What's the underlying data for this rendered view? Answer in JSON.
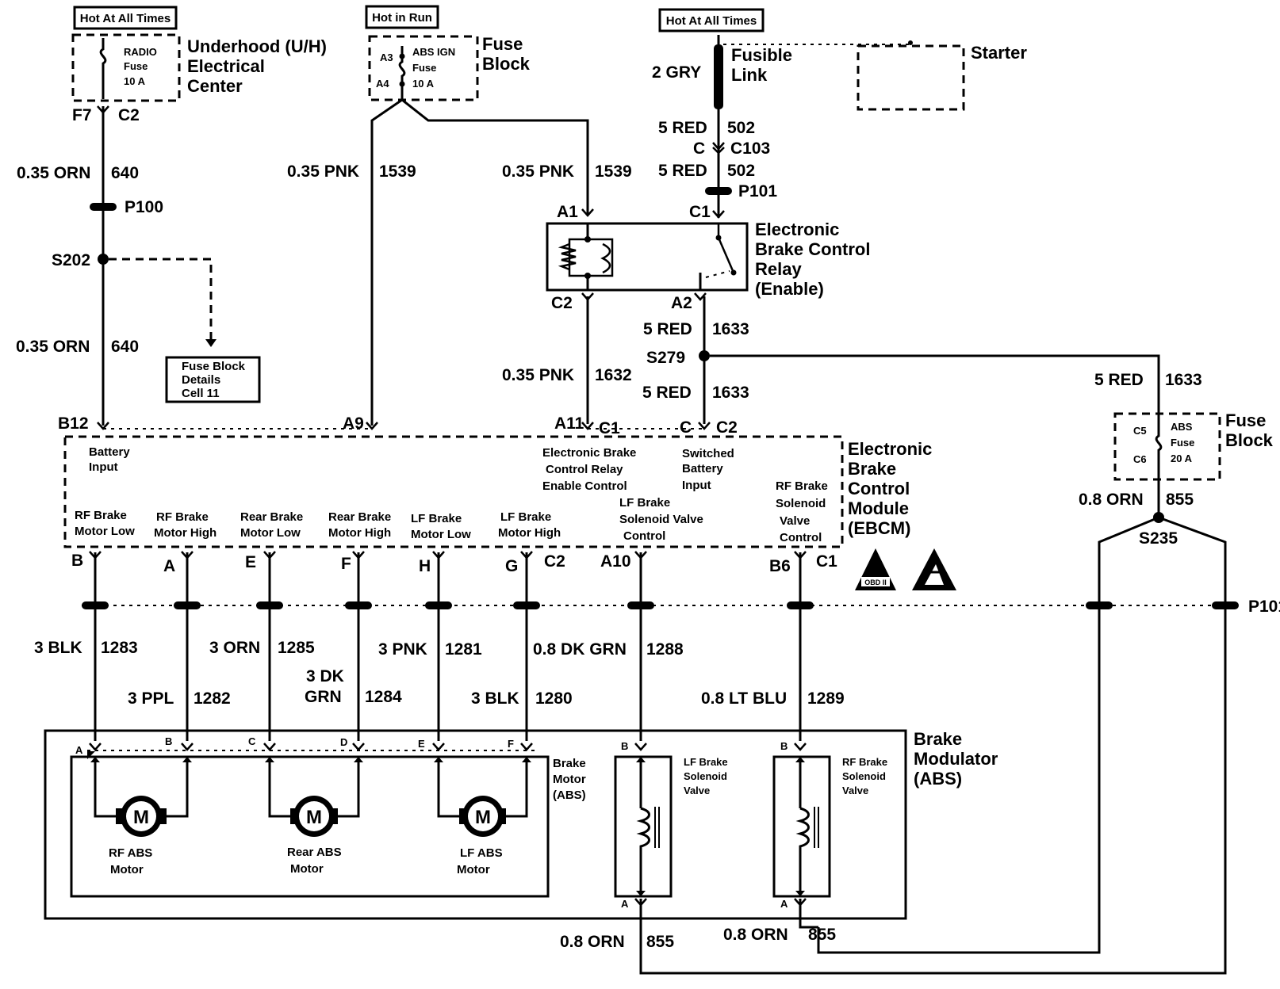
{
  "headers": {
    "hot_all_1": "Hot At All Times",
    "hot_run": "Hot in Run",
    "hot_all_2": "Hot At All Times"
  },
  "uh_center": {
    "fuse_name": "RADIO",
    "fuse_word": "Fuse",
    "fuse_amp": "10 A",
    "title1": "Underhood (U/H)",
    "title2": "Electrical",
    "title3": "Center",
    "pin_left": "F7",
    "pin_right": "C2"
  },
  "fuse_block_top": {
    "pin_a3": "A3",
    "pin_a4": "A4",
    "fuse_name": "ABS IGN",
    "fuse_word": "Fuse",
    "fuse_amp": "10 A",
    "title1": "Fuse",
    "title2": "Block"
  },
  "fusible": {
    "wire": "2 GRY",
    "title1": "Fusible",
    "title2": "Link"
  },
  "starter": {
    "title": "Starter"
  },
  "wires": {
    "w640_color": "0.35 ORN",
    "w640_num": "640",
    "w1539_color": "0.35 PNK",
    "w1539_num": "1539",
    "w502_color": "5 RED",
    "w502_num": "502",
    "w1632_color": "0.35 PNK",
    "w1632_num": "1632",
    "w1633_color": "5 RED",
    "w1633_num": "1633",
    "w855_color": "0.8 ORN",
    "w855_num": "855",
    "w1283_color": "3 BLK",
    "w1283_num": "1283",
    "w1282_color": "3 PPL",
    "w1282_num": "1282",
    "w1285_color": "3 ORN",
    "w1285_num": "1285",
    "w1284_color1": "3 DK",
    "w1284_color2": "GRN",
    "w1284_num": "1284",
    "w1281_color": "3 PNK",
    "w1281_num": "1281",
    "w1280_color": "3 BLK",
    "w1280_num": "1280",
    "w1288_color": "0.8 DK GRN",
    "w1288_num": "1288",
    "w1289_color": "0.8 LT BLU",
    "w1289_num": "1289"
  },
  "connectors": {
    "c103_pin": "C",
    "c103": "C103",
    "p100": "P100",
    "p101": "P101",
    "s202": "S202",
    "s279": "S279",
    "s235": "S235"
  },
  "fuse_block_ref": {
    "line1": "Fuse Block",
    "line2": "Details",
    "line3": "Cell 11"
  },
  "relay": {
    "pin_a1": "A1",
    "pin_c1": "C1",
    "pin_c2": "C2",
    "pin_a2": "A2",
    "title1": "Electronic",
    "title2": "Brake Control",
    "title3": "Relay",
    "title4": "(Enable)"
  },
  "fuse_abs": {
    "pin_c5": "C5",
    "pin_c6": "C6",
    "fuse_name": "ABS",
    "fuse_word": "Fuse",
    "fuse_amp": "20 A",
    "title1": "Fuse",
    "title2": "Block"
  },
  "ebcm": {
    "pin_b12": "B12",
    "pin_a9": "A9",
    "pin_a11": "A11",
    "conn_c1": "C1",
    "pin_c": "C",
    "conn_c2": "C2",
    "battery_input1": "Battery",
    "battery_input2": "Input",
    "relay_enable1": "Electronic Brake",
    "relay_enable2": "Control Relay",
    "relay_enable3": "Enable Control",
    "switched1": "Switched",
    "switched2": "Battery",
    "switched3": "Input",
    "rf_sol1": "RF Brake",
    "rf_sol2": "Solenoid",
    "rf_sol3": "Valve",
    "rf_sol4": "Control",
    "lf_sol1": "LF Brake",
    "lf_sol2": "Solenoid Valve",
    "lf_sol3": "Control",
    "rf_low1": "RF Brake",
    "rf_low2": "Motor Low",
    "rf_high1": "RF Brake",
    "rf_high2": "Motor High",
    "rear_low1": "Rear Brake",
    "rear_low2": "Motor Low",
    "rear_high1": "Rear Brake",
    "rear_high2": "Motor High",
    "lf_low1": "LF Brake",
    "lf_low2": "Motor Low",
    "lf_high1": "LF Brake",
    "lf_high2": "Motor High",
    "title1": "Electronic",
    "title2": "Brake",
    "title3": "Control",
    "title4": "Module",
    "title5": "(EBCM)",
    "pins": {
      "b": "B",
      "a": "A",
      "e": "E",
      "f": "F",
      "h": "H",
      "g": "G",
      "c2": "C2",
      "a10": "A10",
      "b6": "B6",
      "c1": "C1"
    },
    "obd_icon": "OBD II"
  },
  "modulator": {
    "pins": {
      "a": "A",
      "b": "B",
      "c": "C",
      "d": "D",
      "e": "E",
      "f": "F"
    },
    "brake_motor1": "Brake",
    "brake_motor2": "Motor",
    "brake_motor3": "(ABS)",
    "motor_symbol": "M",
    "rf_motor1": "RF ABS",
    "rf_motor2": "Motor",
    "rear_motor1": "Rear ABS",
    "rear_motor2": "Motor",
    "lf_motor1": "LF ABS",
    "lf_motor2": "Motor",
    "lf_sol_pin_b": "B",
    "lf_sol_pin_a": "A",
    "lf_sol1": "LF Brake",
    "lf_sol2": "Solenoid",
    "lf_sol3": "Valve",
    "rf_sol_pin_b": "B",
    "rf_sol_pin_a": "A",
    "rf_sol1": "RF Brake",
    "rf_sol2": "Solenoid",
    "rf_sol3": "Valve",
    "title1": "Brake",
    "title2": "Modulator",
    "title3": "(ABS)"
  }
}
